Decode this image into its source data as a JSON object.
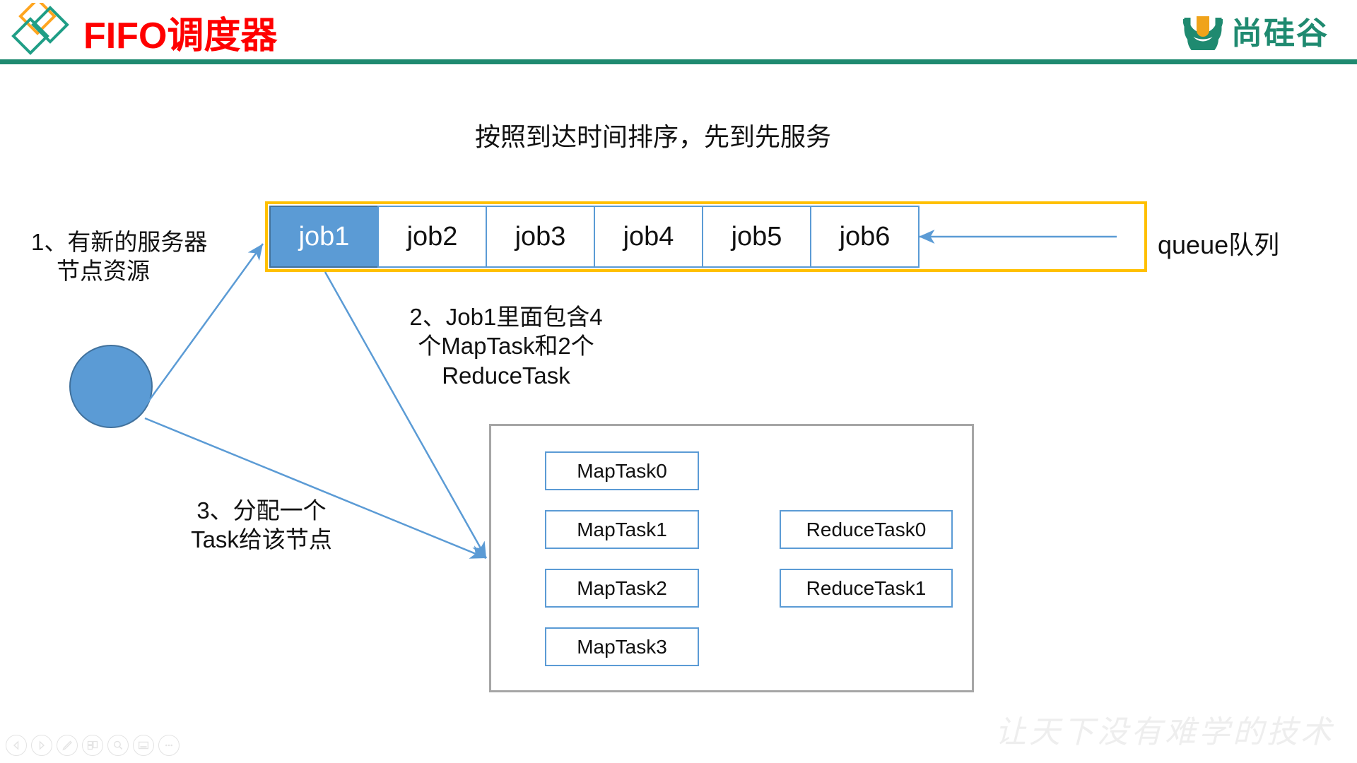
{
  "header": {
    "title": "FIFO调度器",
    "title_color": "#ff0000",
    "rule_color": "#1f8a70",
    "logo_icon": "diamonds-logo-icon",
    "logo_colors": [
      "#ffa51f",
      "#1f9e86"
    ],
    "brand": {
      "mark_icon": "atguigu-u-icon",
      "text": "尚硅谷",
      "color": "#1f8a70",
      "accent": "#f0a31a"
    }
  },
  "subtitle": "按照到达时间排序，先到先服务",
  "queue": {
    "outline_color": "#ffc000",
    "box_border_color": "#5b9bd5",
    "active_fill": "#5b9bd5",
    "label": "queue队列",
    "jobs": [
      {
        "label": "job1",
        "active": true
      },
      {
        "label": "job2",
        "active": false
      },
      {
        "label": "job3",
        "active": false
      },
      {
        "label": "job4",
        "active": false
      },
      {
        "label": "job5",
        "active": false
      },
      {
        "label": "job6",
        "active": false
      }
    ]
  },
  "node": {
    "name": "server-node",
    "fill": "#5b9bd5"
  },
  "annotations": [
    {
      "id": "annot-1",
      "line1": "1、有新的服务器",
      "line2": "节点资源"
    },
    {
      "id": "annot-2",
      "line1": "2、Job1里面包含4",
      "line2": "个MapTask和2个",
      "line3": "ReduceTask"
    },
    {
      "id": "annot-3",
      "line1": "3、分配一个",
      "line2": "Task给该节点"
    }
  ],
  "tasks": {
    "container_border": "#a6a6a6",
    "box_border": "#5b9bd5",
    "map_tasks": [
      "MapTask0",
      "MapTask1",
      "MapTask2",
      "MapTask3"
    ],
    "reduce_tasks": [
      "ReduceTask0",
      "ReduceTask1"
    ]
  },
  "watermark": "让天下没有难学的技术",
  "toolbar": [
    {
      "icon": "previous-slide-icon"
    },
    {
      "icon": "next-slide-icon"
    },
    {
      "icon": "pen-icon"
    },
    {
      "icon": "slide-grid-icon"
    },
    {
      "icon": "zoom-magnifier-icon"
    },
    {
      "icon": "presenter-view-icon"
    },
    {
      "icon": "more-options-icon"
    }
  ]
}
